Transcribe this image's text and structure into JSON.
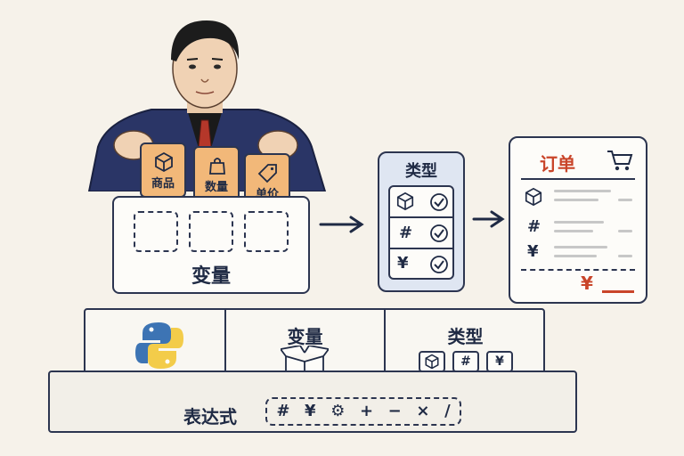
{
  "cards": [
    {
      "icon": "cube-icon",
      "label": "商品"
    },
    {
      "icon": "bag-icon",
      "label": "数量"
    },
    {
      "icon": "price-tag-icon",
      "label": "单价"
    }
  ],
  "variable_box": {
    "title": "变量"
  },
  "type_panel": {
    "title": "类型",
    "rows": [
      "cube-icon",
      "#",
      "¥"
    ]
  },
  "order_panel": {
    "title": "订单",
    "rows": [
      "cube-icon",
      "#",
      "¥"
    ],
    "total_symbol": "¥"
  },
  "platform": {
    "block_variable": "变量",
    "block_type": "类型",
    "type_tiles": [
      "cube-icon",
      "#",
      "¥"
    ],
    "expression_label": "表达式",
    "operators": [
      "#",
      "¥",
      "⚙",
      "+",
      "−",
      "×",
      "/"
    ]
  },
  "colors": {
    "accent_orange": "#f2b879",
    "accent_red": "#c9452a",
    "python_blue": "#3d74b4",
    "python_yellow": "#f3cc4a",
    "panel_blue": "#dfe6f2"
  }
}
